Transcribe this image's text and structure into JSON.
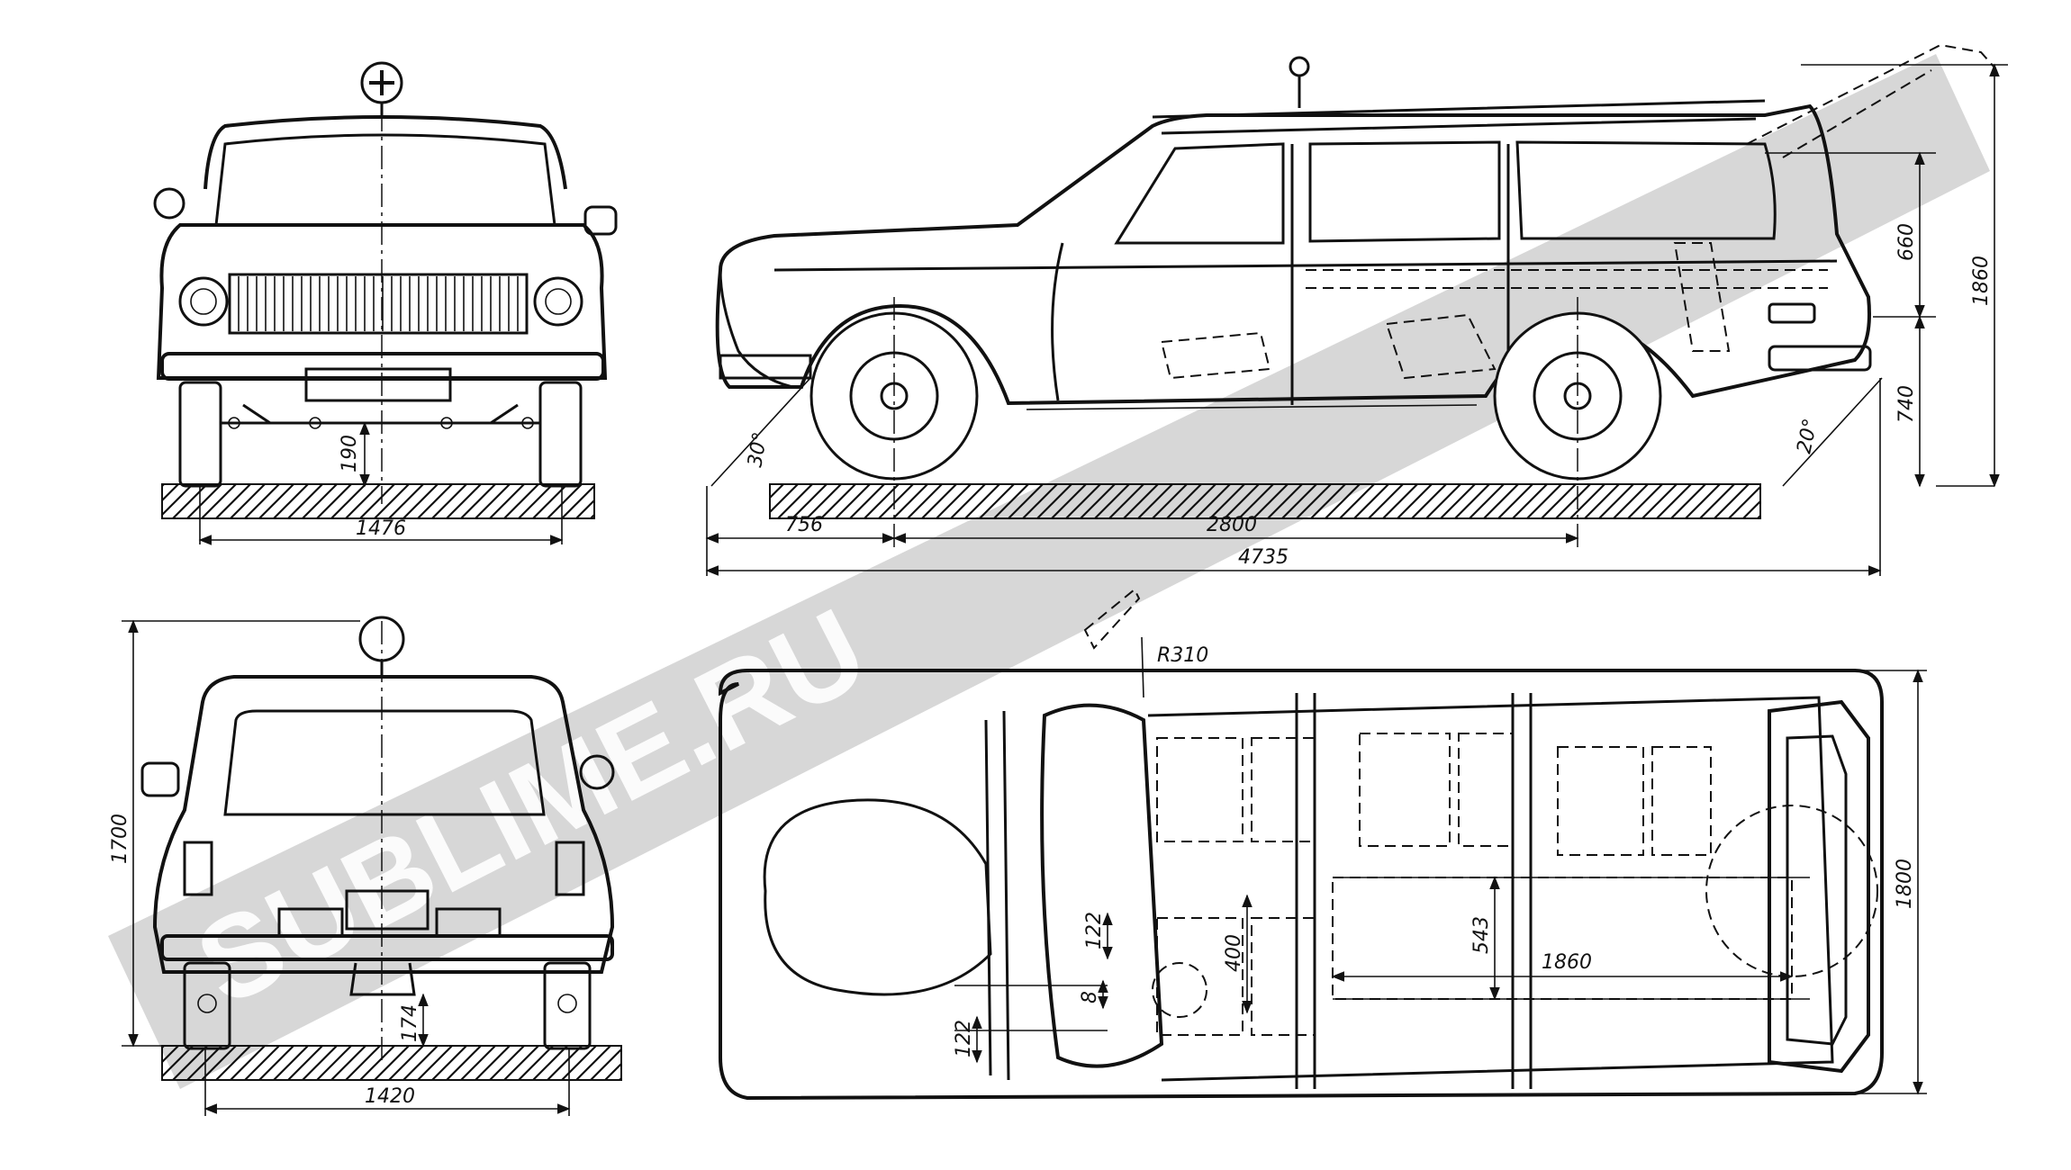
{
  "watermark": {
    "text": "SUBLIME.RU"
  },
  "front_view": {
    "track_width": "1476",
    "ground_clearance": "190"
  },
  "side_view": {
    "front_overhang": "756",
    "wheelbase": "2800",
    "overall_length": "4735",
    "approach_angle": "30°",
    "departure_angle": "20°",
    "upper_height": "660",
    "lower_height": "740",
    "overall_height": "1860"
  },
  "rear_view": {
    "height": "1700",
    "rear_track": "1420",
    "rear_clearance": "174"
  },
  "top_view": {
    "radius": "R310",
    "overall_width": "1800",
    "cargo_length": "1860",
    "cargo_width": "543",
    "seat_width": "400",
    "dim_a": "122",
    "dim_b": "8",
    "dim_c": "122"
  },
  "colors": {
    "line": "#111111",
    "watermark": "#c9c9c9",
    "background": "#ffffff"
  }
}
